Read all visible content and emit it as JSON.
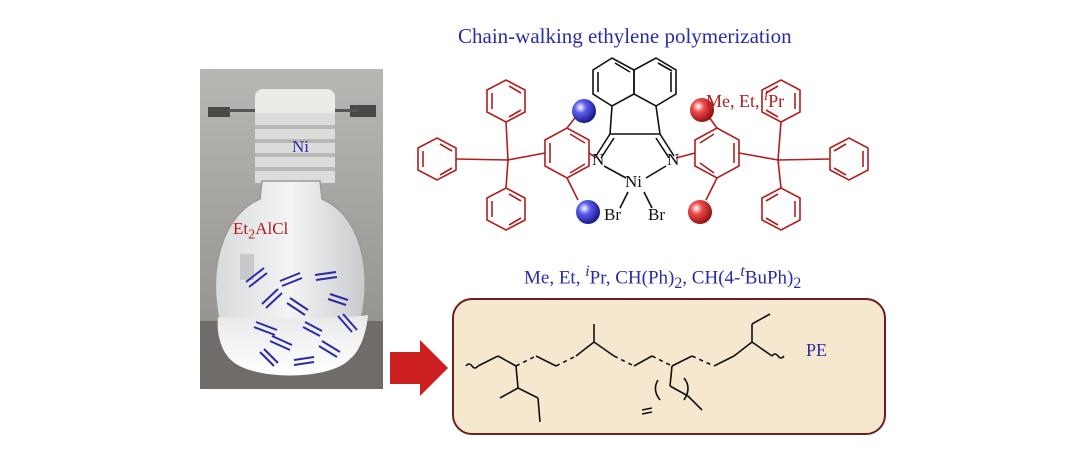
{
  "title": "Chain-walking ethylene polymerization",
  "photo": {
    "ni_label": "Ni",
    "et_label": "Et",
    "et_sub": "2",
    "et_tail": "AlCl"
  },
  "substituents": {
    "top": {
      "prefix": "Me, Et, ",
      "sup": "i",
      "suffix": "Pr"
    },
    "bottom": {
      "a": "Me, Et, ",
      "a_sup": "i",
      "b": "Pr, CH(Ph)",
      "b_sub": "2",
      "c": ", CH(4-",
      "c_sup": "t",
      "d": "BuPh)",
      "d_sub": "2"
    }
  },
  "atoms": {
    "n1": "N",
    "n2": "N",
    "ni": "Ni",
    "br1": "Br",
    "br2": "Br"
  },
  "polymer": {
    "label": "PE"
  },
  "colors": {
    "blue": "#2b2ba8",
    "red": "#b01e1e",
    "box_fill": "#f6e7cf",
    "box_border": "#6a2020",
    "arrow": "#cc1f1f"
  }
}
